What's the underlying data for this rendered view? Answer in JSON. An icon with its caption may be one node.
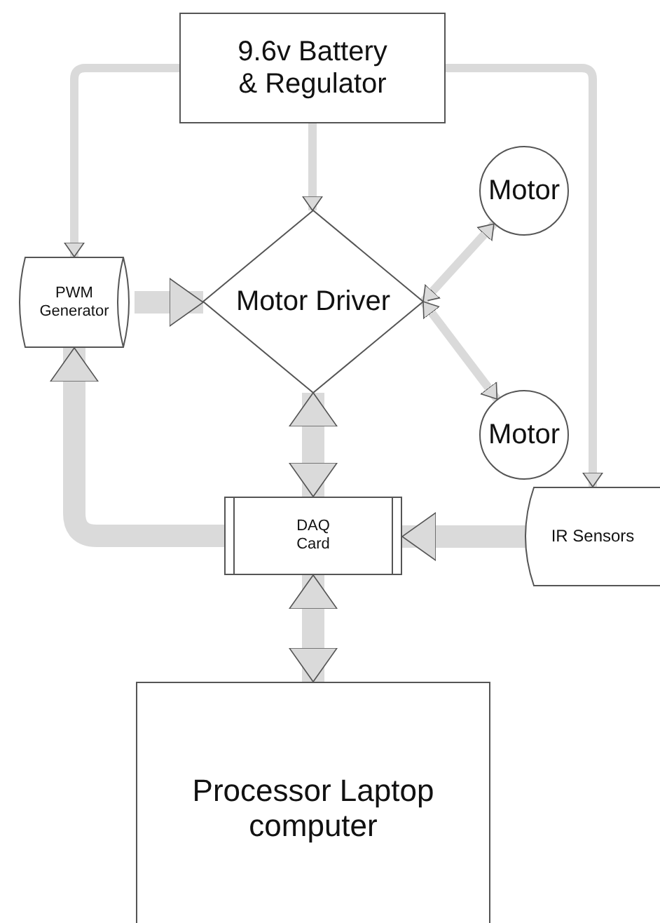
{
  "diagram": {
    "nodes": [
      {
        "text": [
          "9.6v Battery & Regulator"
        ]
      },
      {
        "text": [
          "PWM Generator"
        ]
      },
      {
        "text": [
          "Motor Driver"
        ]
      },
      {
        "text": [
          "Motor"
        ]
      },
      {
        "text": [
          "Motor"
        ]
      },
      {
        "text": [
          "DAQ Card"
        ]
      },
      {
        "text": [
          "IR Sensors"
        ]
      },
      {
        "text": [
          "Processor Laptop computer"
        ]
      }
    ],
    "edges": [
      {
        "from": 0,
        "to": 1,
        "arrow": "to"
      },
      {
        "from": 0,
        "to": 2,
        "arrow": "to"
      },
      {
        "from": 0,
        "to": 6,
        "arrow": "to"
      },
      {
        "from": 1,
        "to": 2,
        "arrow": "to",
        "style": "thick"
      },
      {
        "from": 2,
        "to": 3,
        "arrow": "both"
      },
      {
        "from": 2,
        "to": 4,
        "arrow": "both"
      },
      {
        "from": 5,
        "to": 2,
        "arrow": "both",
        "style": "thick"
      },
      {
        "from": 5,
        "to": 1,
        "arrow": "to",
        "style": "thick"
      },
      {
        "from": 6,
        "to": 5,
        "arrow": "to",
        "style": "thick"
      },
      {
        "from": 5,
        "to": 7,
        "arrow": "both",
        "style": "thick"
      }
    ]
  }
}
